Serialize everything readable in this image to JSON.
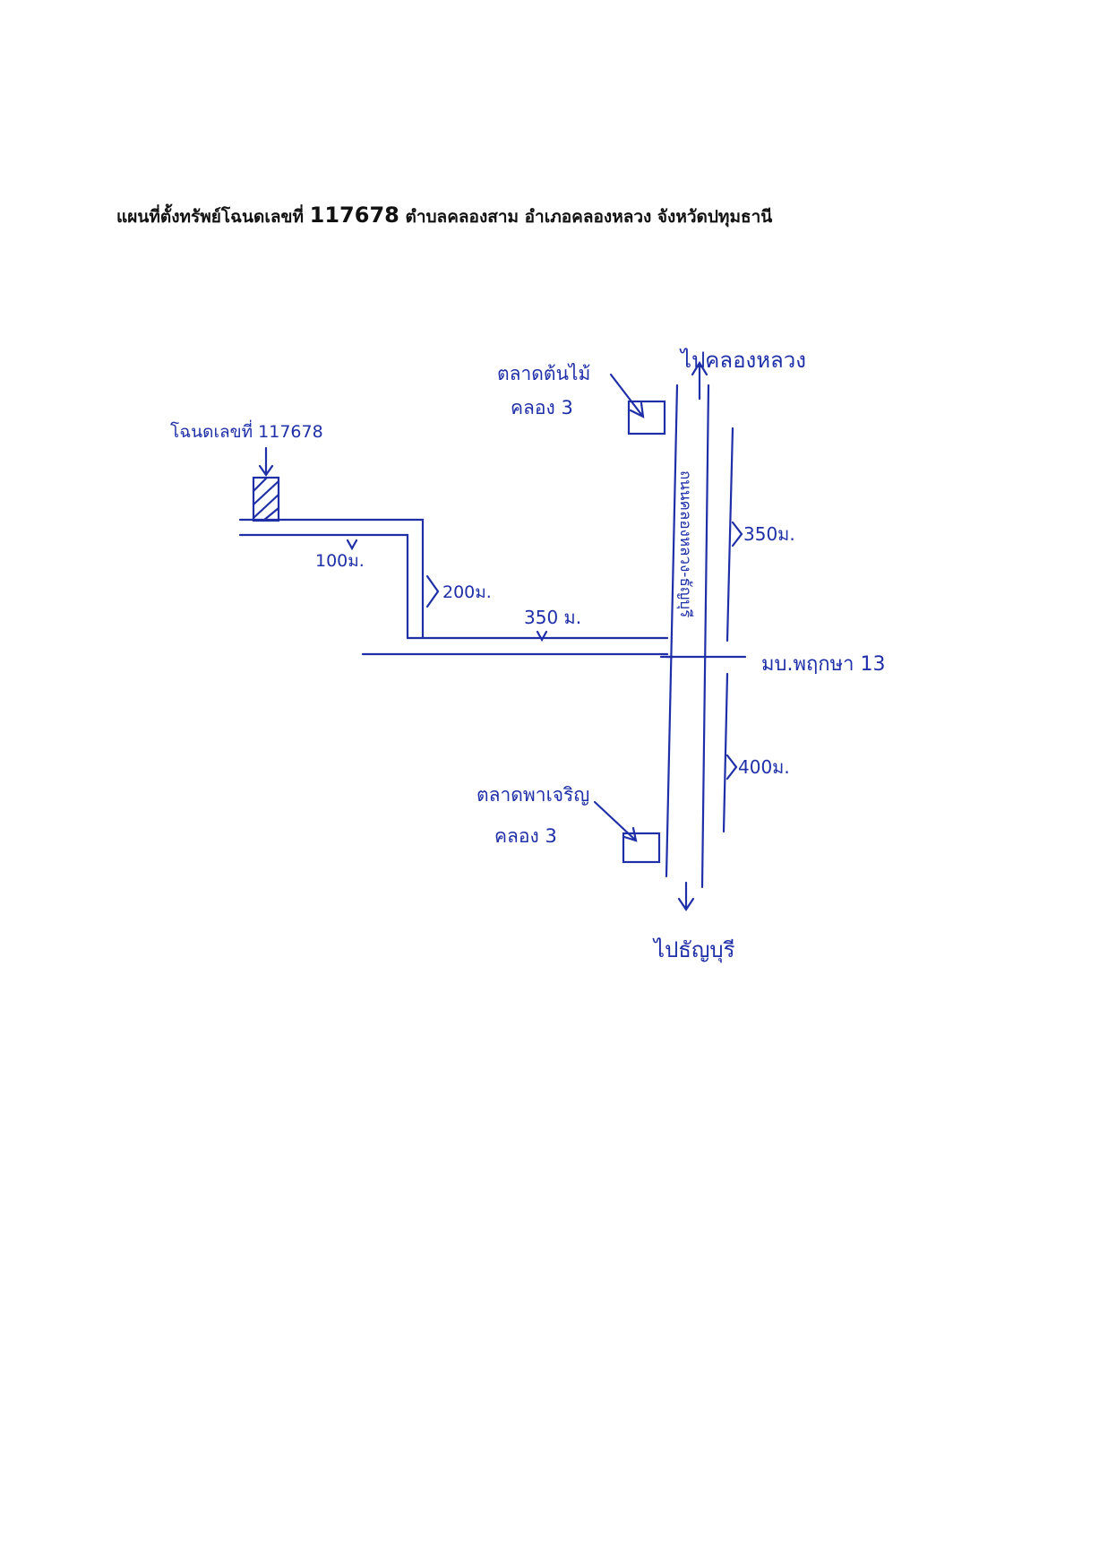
{
  "title": {
    "prefix": "แผนที่ตั้งทรัพย์โฉนดเลขที่",
    "deed_number": "117678",
    "suffix": "ตำบลคลองสาม อำเภอคลองหลวง จังหวัดปทุมธานี"
  },
  "labels": {
    "deed": "โฉนดเลขที่ 117678",
    "market_north_1": "ตลาดต้นไม้",
    "market_north_2": "คลอง 3",
    "market_south_1": "ตลาดพาเจริญ",
    "market_south_2": "คลอง 3",
    "to_north": "ไปคลองหลวง",
    "to_south": "ไปธัญบุรี",
    "main_road": "ถนนคลองหลวง-ธัญบุรี",
    "village": "มบ.พฤกษา 13",
    "dist_100": "100ม.",
    "dist_200": "200ม.",
    "dist_350_h": "350 ม.",
    "dist_350_v": "350ม.",
    "dist_400": "400ม."
  },
  "colors": {
    "ink": "#1f2fa8",
    "title": "#111111",
    "background": "#ffffff"
  }
}
